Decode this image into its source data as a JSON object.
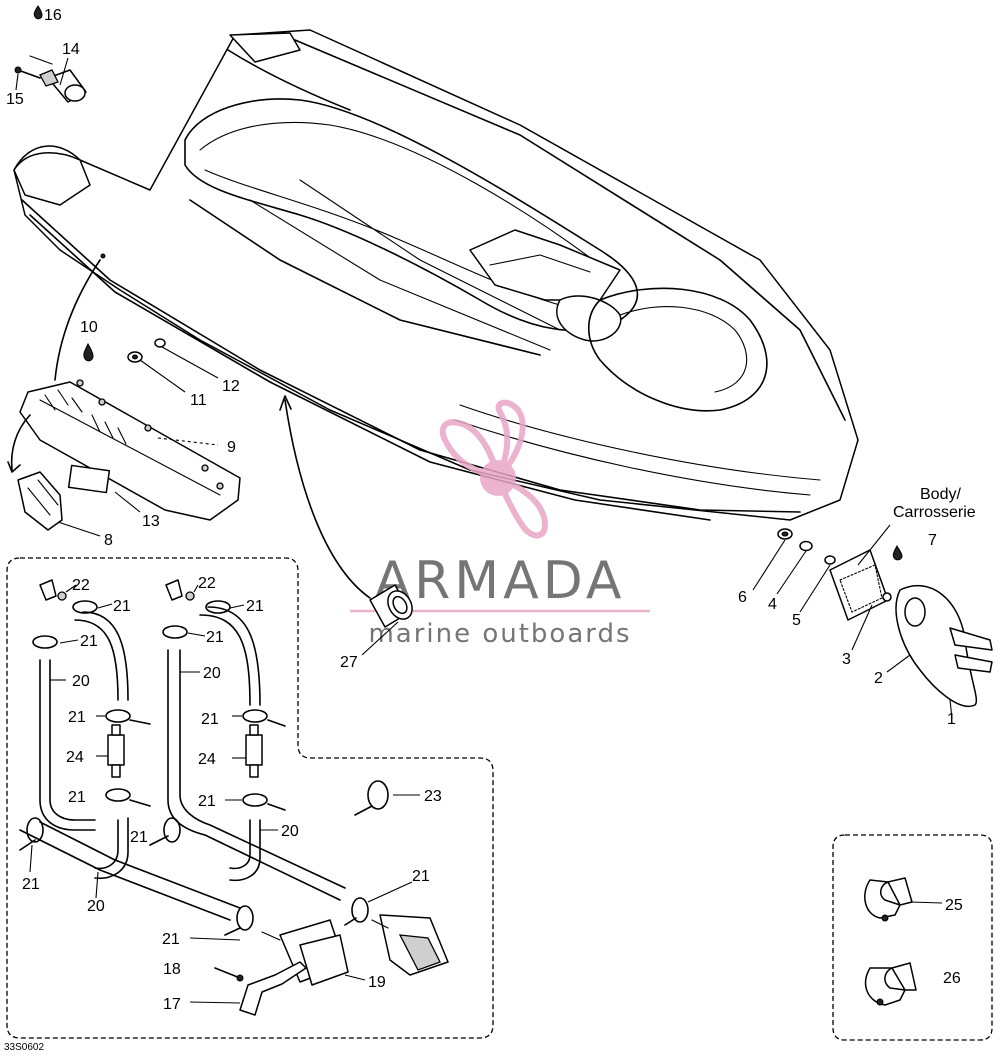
{
  "diagram": {
    "drawing_code": "33S0602",
    "body_label_line1": "Body/",
    "body_label_line2": "Carrosserie",
    "callouts": [
      "1",
      "2",
      "3",
      "4",
      "5",
      "6",
      "7",
      "8",
      "9",
      "10",
      "11",
      "12",
      "13",
      "14",
      "15",
      "16",
      "17",
      "18",
      "19",
      "20",
      "21",
      "22",
      "23",
      "24",
      "25",
      "26",
      "27"
    ],
    "lubricant_marked_callouts": [
      "7",
      "10",
      "16"
    ]
  },
  "watermark": {
    "brand": "ARMADA",
    "tagline": "marine outboards",
    "accent_color": "#e9a6c7",
    "text_color": "#5e5e5e"
  },
  "colors": {
    "ink": "#000000",
    "paper": "#ffffff"
  }
}
